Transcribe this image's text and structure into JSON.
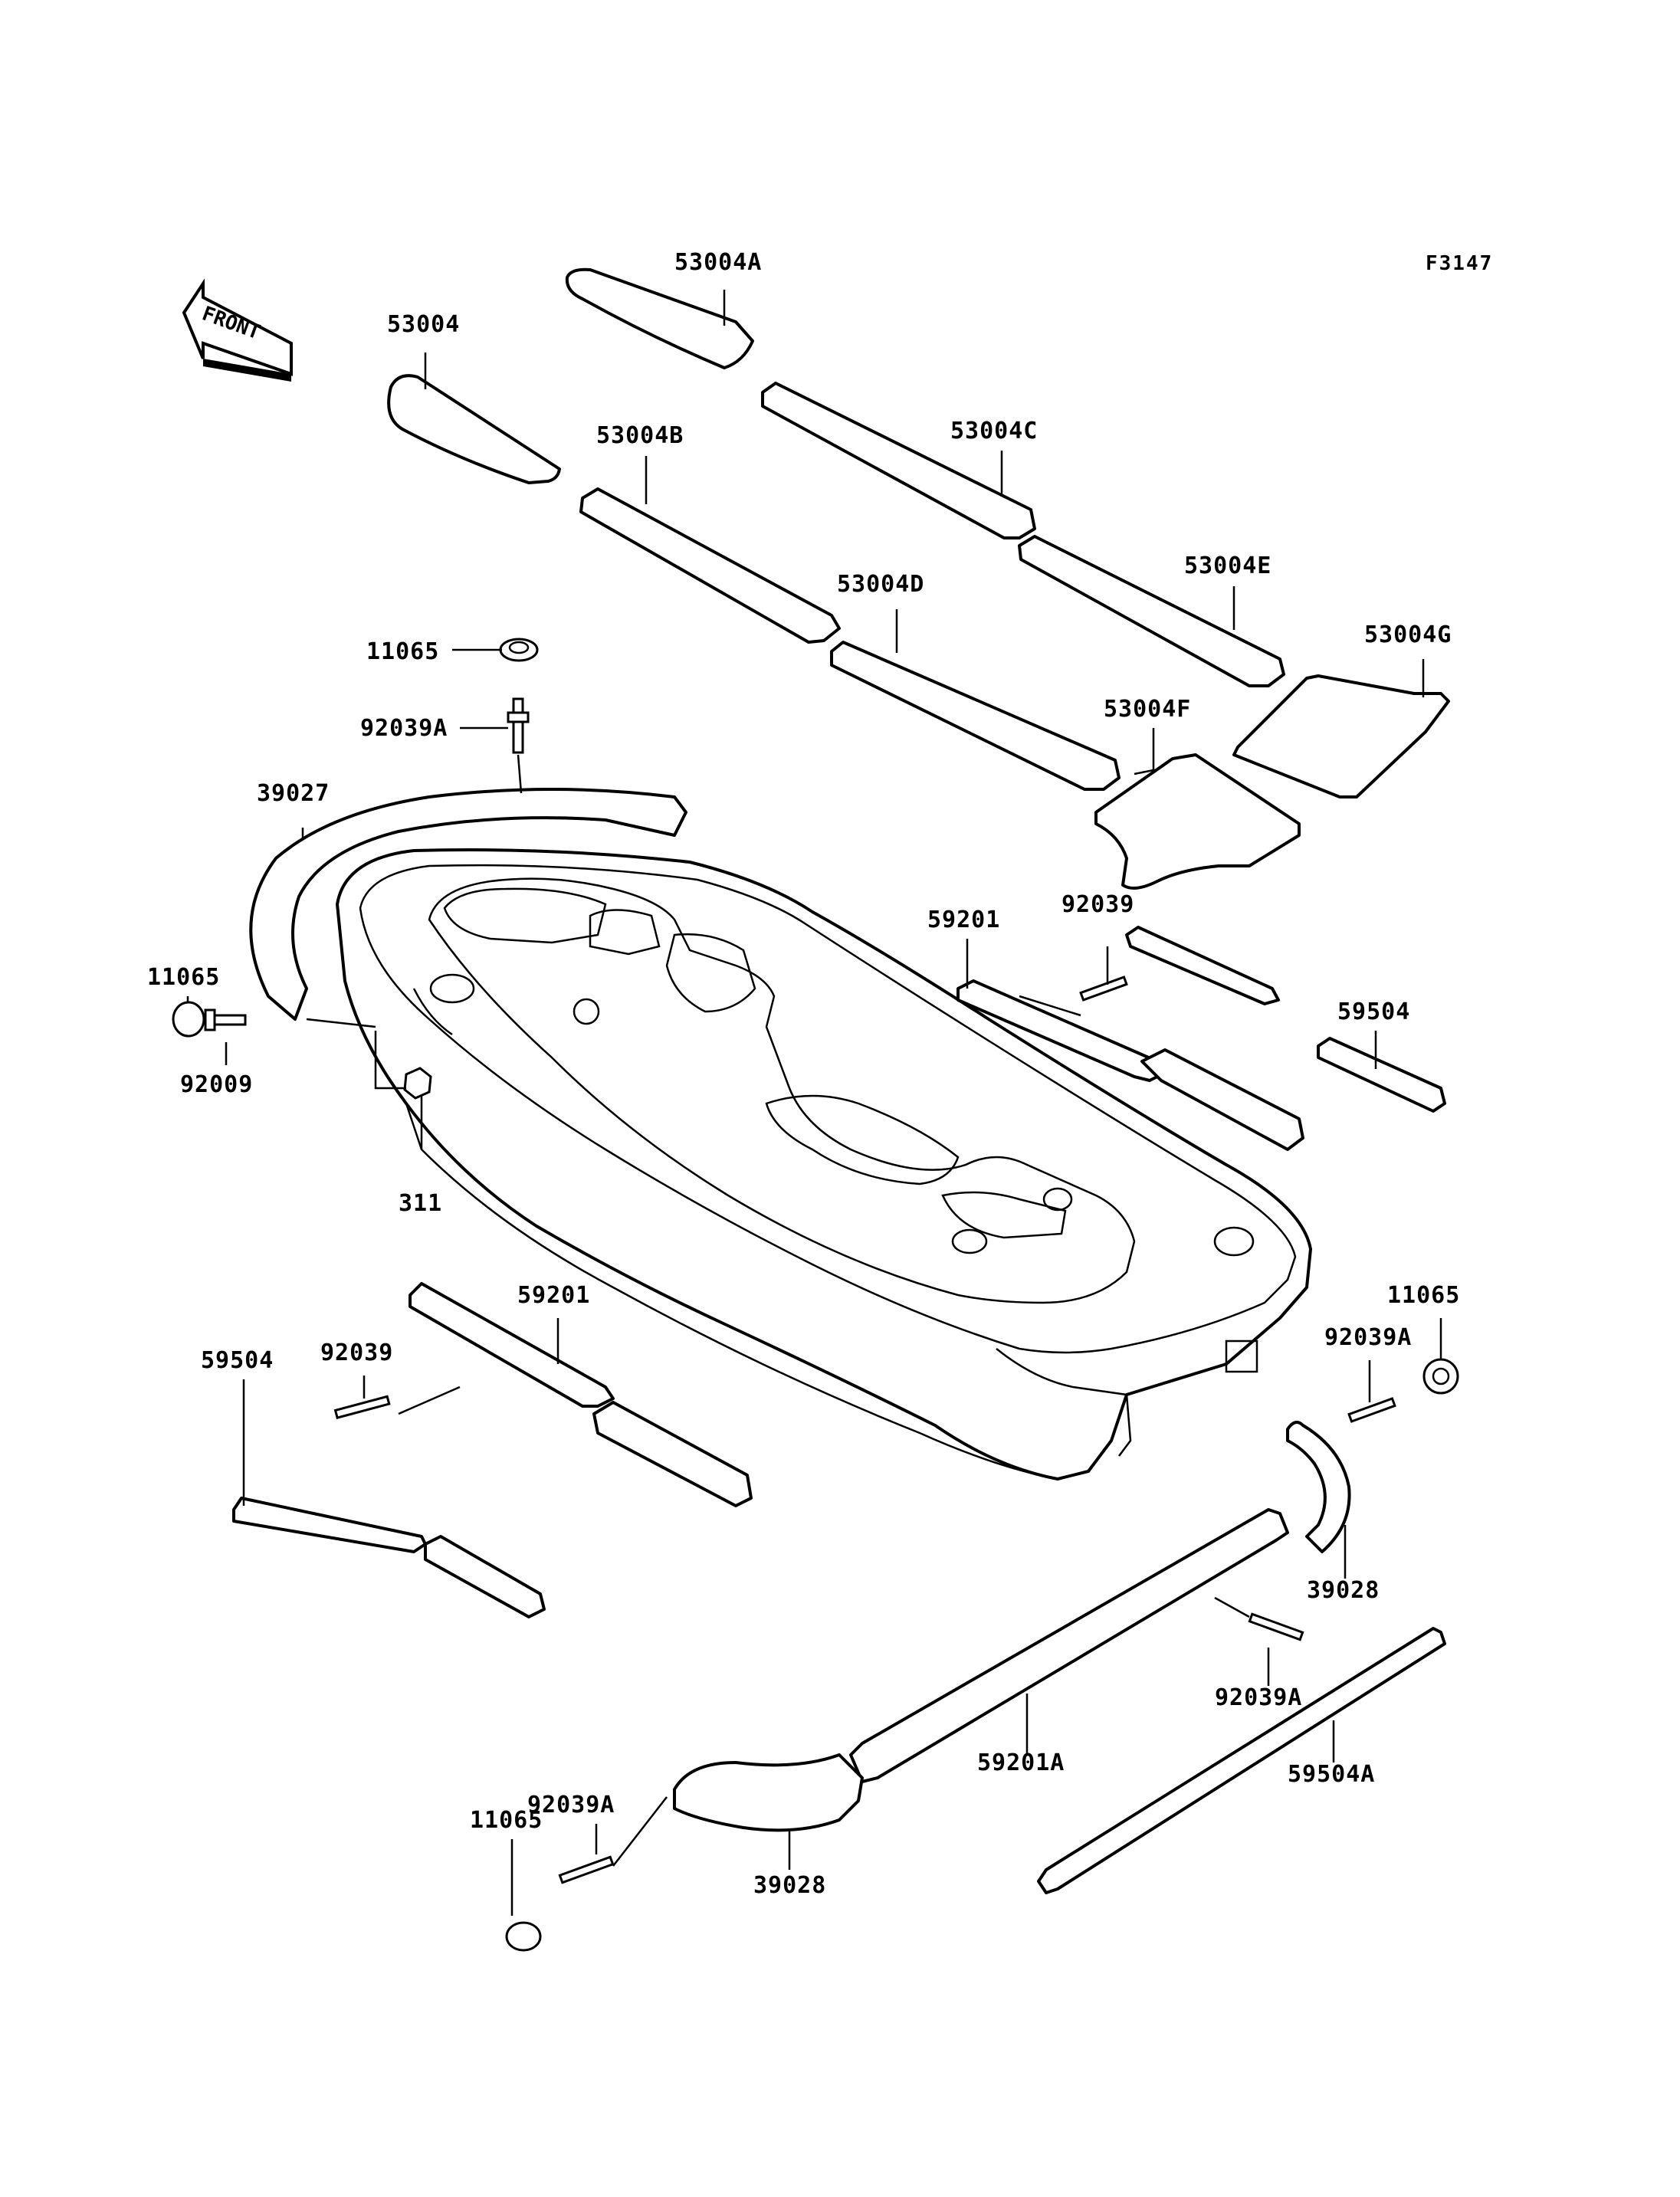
{
  "diagram": {
    "figure_code": "F3147",
    "front_label": "FRONT",
    "labels": {
      "p53004": "53004",
      "p53004A": "53004A",
      "p53004B": "53004B",
      "p53004C": "53004C",
      "p53004D": "53004D",
      "p53004E": "53004E",
      "p53004F": "53004F",
      "p53004G": "53004G",
      "p11065_top": "11065",
      "p92039A_top": "92039A",
      "p39027": "39027",
      "p11065_left": "11065",
      "p92009": "92009",
      "p311": "311",
      "p59201_right": "59201",
      "p92039_right": "92039",
      "p59504_right": "59504",
      "p59201_left": "59201",
      "p92039_left": "92039",
      "p59504_left": "59504",
      "p11065_right": "11065",
      "p92039A_right": "92039A",
      "p39028_right": "39028",
      "p92039A_lowright": "92039A",
      "p59201A": "59201A",
      "p59504A": "59504A",
      "p92039A_bottom": "92039A",
      "p11065_bottom": "11065",
      "p39028_bottom": "39028"
    }
  }
}
